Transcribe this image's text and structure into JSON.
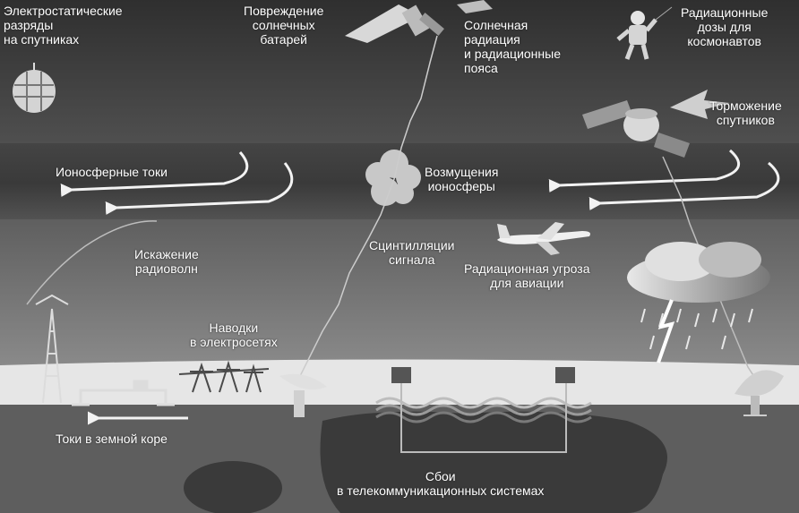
{
  "colors": {
    "space_top": "#2f2f2f",
    "space_low": "#4a4a4a",
    "ionosphere": "#3c3c3c",
    "atmosphere": "#686868",
    "horizon": "#e6e6e6",
    "ground": "#5e5e5e",
    "land": "#3a3a3a",
    "arrow": "#f2f2f2"
  },
  "labels": {
    "esd": [
      "Электростатические",
      "разряды",
      "на спутниках"
    ],
    "panels": [
      "Повреждение",
      "солнечных",
      "батарей"
    ],
    "solar": [
      "Солнечная",
      "радиация",
      "и радиационные",
      "пояса"
    ],
    "doses": [
      "Радиационные",
      "дозы для",
      "космонавтов"
    ],
    "drag": [
      "Торможение",
      "спутников"
    ],
    "iono_currents": [
      "Ионосферные токи"
    ],
    "iono_disturb": [
      "Возмущения",
      "ионосферы"
    ],
    "radio": [
      "Искажение",
      "радиоволн"
    ],
    "scint": [
      "Сцинтилляции",
      "сигнала"
    ],
    "aviation": [
      "Радиационная угроза",
      "для авиации"
    ],
    "grid": [
      "Наводки",
      "в электросетях"
    ],
    "earth_currents": [
      "Токи в земной коре"
    ],
    "telecom": [
      "Сбои",
      "в телекоммуникационных системах"
    ]
  }
}
